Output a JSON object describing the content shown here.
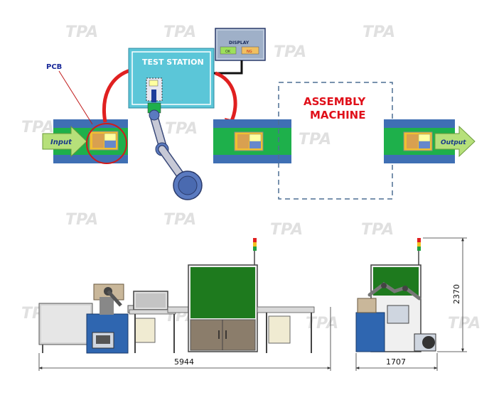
{
  "watermark": "TPA",
  "flow": {
    "pcb_label": "PCB",
    "input_label": "Input",
    "output_label": "Output",
    "test_station_label": "TEST STATION",
    "display": {
      "title": "DISPLAY",
      "ok_label": "OK",
      "ng_label": "NG"
    },
    "assembly_line1": "ASSEMBLY",
    "assembly_line2": "MACHINE"
  },
  "drawing": {
    "length_dimension": "5944",
    "width_dimension": "1707",
    "height_dimension": "2370"
  },
  "colors": {
    "conveyor_blue": "#3f6fb4",
    "conveyor_green": "#1eb04b",
    "test_station_cyan": "#5bc6d8",
    "arrow_red": "#e02020",
    "assembly_text_red": "#e0101a",
    "machine_green": "#1e7a1e",
    "machine_brown": "#8b7d6b",
    "dashed_border": "#4d6f93"
  }
}
